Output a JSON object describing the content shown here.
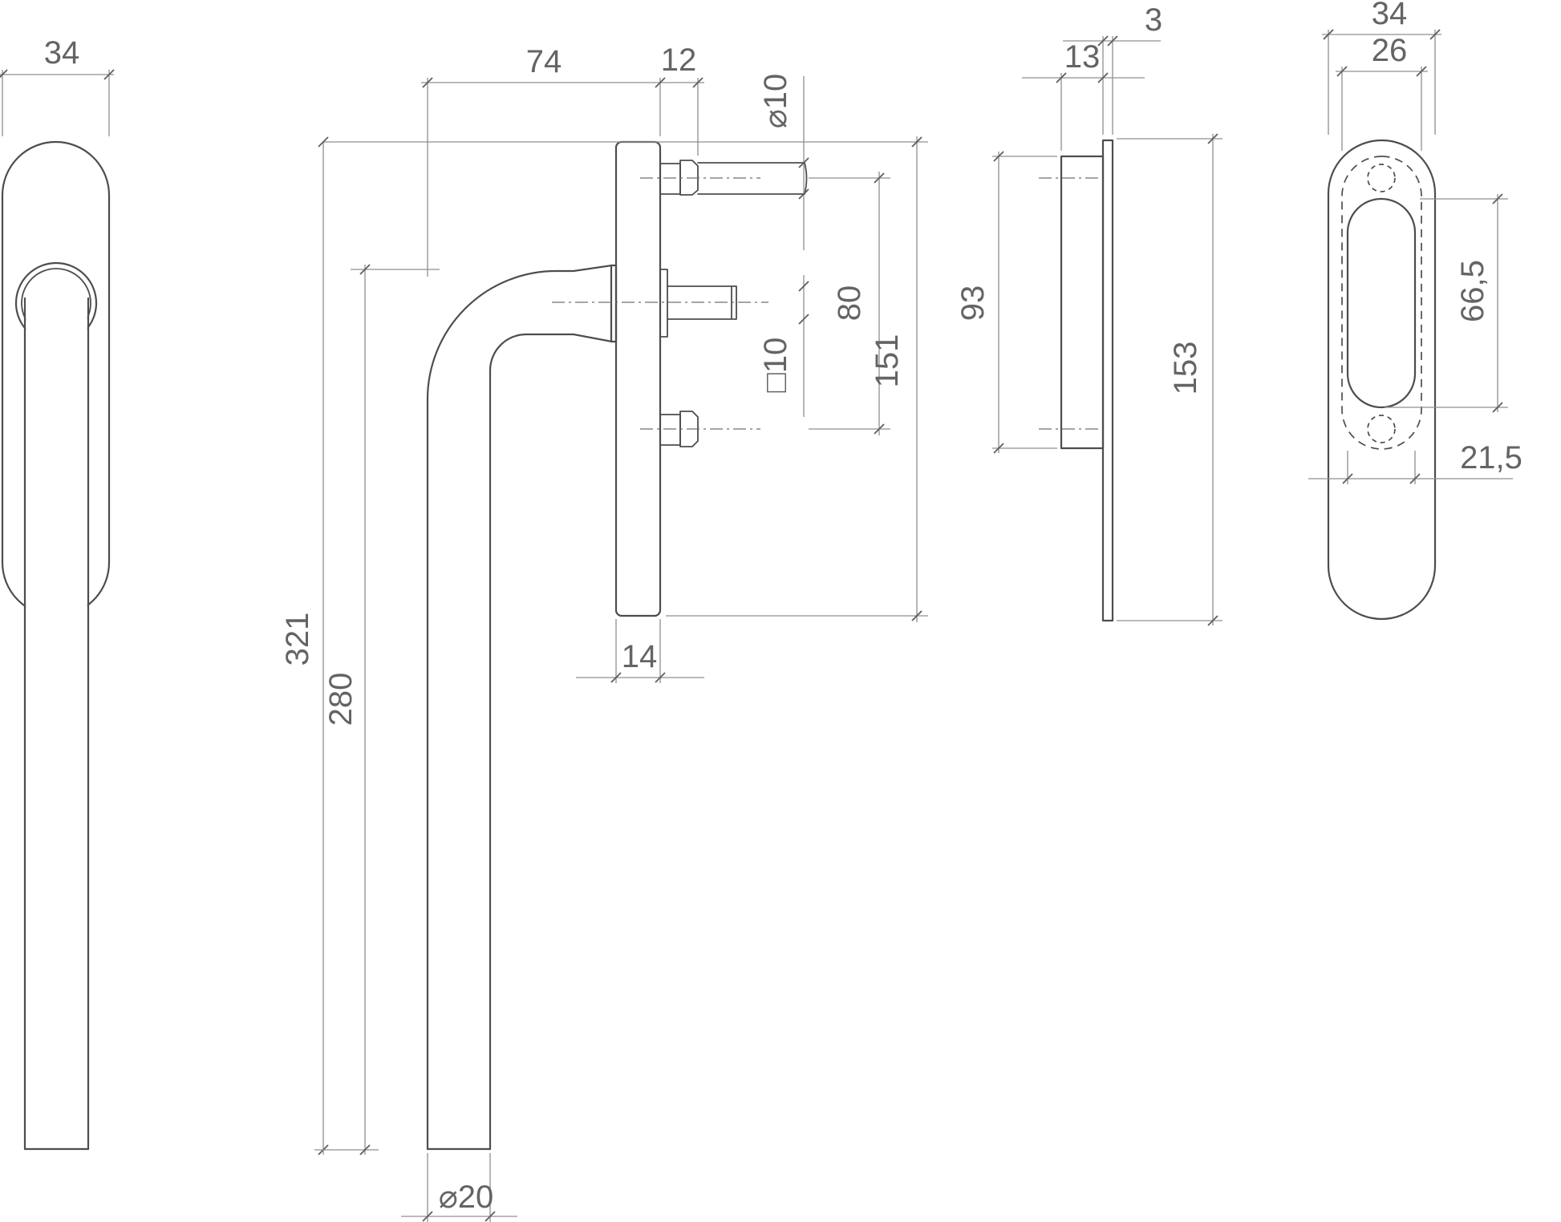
{
  "colors": {
    "background": "#ffffff",
    "outline": "#4d4d4d",
    "dimension_lines": "#8f8f8f",
    "text": "#646464"
  },
  "labels": {
    "front_width": "34",
    "grip_depth": "74",
    "screw_neck_length": "12",
    "rod_diameter": "⌀10",
    "spindle_square": "□10",
    "hole_spacing": "80",
    "plate_height": "151",
    "overall_height": "321",
    "grip_length": "280",
    "plate_thickness": "14",
    "grip_diameter": "⌀20",
    "cover_thickness": "13",
    "base_plate_thickness": "3",
    "cover_height": "93",
    "base_plate_height": "153",
    "rosette_width": "34",
    "rosette_inner_width": "26",
    "recess_height": "66,5",
    "recess_width": "21,5"
  }
}
